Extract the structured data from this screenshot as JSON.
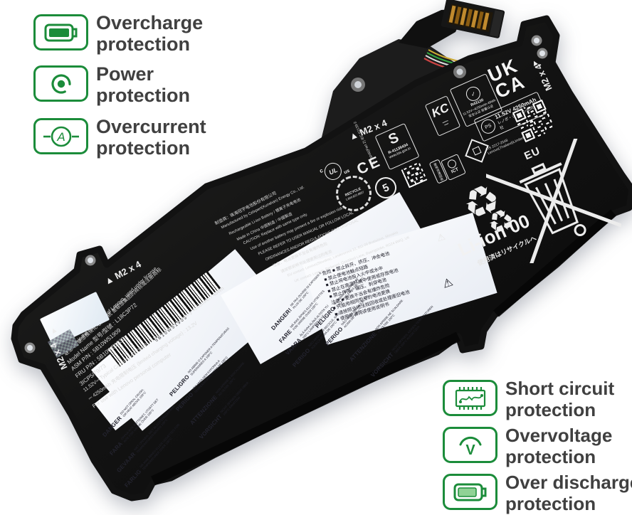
{
  "page": {
    "background": "#ffffff"
  },
  "accent_green": "#1b8c3a",
  "badges": {
    "left": [
      {
        "icon": "battery-full-icon",
        "line1": "Overcharge",
        "line2": "protection"
      },
      {
        "icon": "power-icon",
        "line1": "Power",
        "line2": "protection"
      },
      {
        "icon": "ammeter-icon",
        "line1": "Overcurrent",
        "line2": "protection"
      }
    ],
    "right": [
      {
        "icon": "short-circuit-chip-icon",
        "line1": "Short circuit",
        "line2": "protection"
      },
      {
        "icon": "overvoltage-icon",
        "line1": "Overvoltage",
        "line2": "protection"
      },
      {
        "icon": "battery-discharge-icon",
        "line1": "Over discharge",
        "line2": "protection"
      }
    ]
  },
  "battery": {
    "marks": {
      "m2x4_arrow": "▲",
      "m2x4": "M2 x 4",
      "ukca_line1": "UK",
      "ukca_line2": "CA",
      "ce": "CE",
      "ul_c": "c",
      "ul": "UL",
      "ul_us": "us",
      "epup": "5",
      "recycle_ring_line1": "RECYCLE",
      "recycle_ring_line2": "1.800.822.8837",
      "kc": "KC",
      "bis_s": "S",
      "bis_reg": "R-41139434",
      "bis_web": "www.bis.gov.in",
      "bis_std": "IS 16046(Part 2) IEC 62133-2",
      "cqc_reg": "R43130",
      "cqc_cap": "11.52V⎓4250mAh 49Wh",
      "cqc_cn": "安全认证 容量认证",
      "pse_cap": "11.52V  4250mAh",
      "pse_co": "レノボ・ジャパン合同会社",
      "tis": "TIS 2217-2548",
      "tis_co": "Lenovo(Thailand)Limited",
      "ict": "ICT",
      "cn_recycle": "废电池请回收",
      "eu": "EU",
      "li_ion": "Li-ion 00",
      "jp_recycle": "使用済はリサイクルへ",
      "warn_triangle": "⚠"
    },
    "print_lines": [
      "® is the trademarks of Lenovo, used under license.",
      "联想 和 联想模块化电池系统 是联想集团的商标或注册商标",
      "Model Name 型号/型號 : L18C3P72",
      "ASM P/N : 5B10W51909",
      "FRU P/N : 5B10W51930",
      "3ICP5/79/73",
      "11.52V⎓ Typical Capacity 4300mAh / 51Wh, Rated Capacity 4250mAh / 48Wh",
      "⎓ 4250mAh 充电限制电压 (limited charging voltage) : 13.2V",
      "For use with Lenovo personal computer"
    ],
    "info_lines": [
      "制造商：珠海冠宇电池股份有限公司",
      "Manufactured by Celxpert(Kunshan) Energy Co., Ltd.",
      "Rechargeable Li-ion Battery / 锂离子充电电池",
      "Made in China 中国制造 / 中國製造",
      "CAUTION: Replace with same type only.",
      "Use of another battery may present a fire or explosion risk.",
      "PLEASE REFER TO USER MANUAL OR FOLLOW LOCAL",
      "ORDINANCES AND/OR REGULATIONS FOR DISPOSAL",
      "注意：电池更换不当会有爆炸危险",
      "请按照说明书处理使用过的电池",
      "EU contact: Lenovo(Slovakia), Landererova 12, 811 09 Bratislava, Slovakia",
      "UK contact: Lenovo, Redwood, Crockford Lane, Basingstoke, RG24 8WQ, UK"
    ],
    "label": {
      "barcode_text": "5B10W51909",
      "warnings": [
        {
          "word": "DANGER",
          "line1": "DO NOT OPEN, CRUSH,",
          "line2": "OR HEAT ABOVE 100°C"
        },
        {
          "word": "FARA",
          "line1": "ÖPPNA INTE BATTERIET, UTSÄTT DET",
          "line2": "INTE FÖR VÄRME ÖVER 100°C"
        },
        {
          "word": "GEVAAR",
          "line1": "NIET OPENEN, NIET BLOOTSTELLEN AAN",
          "line2": "TEMPERATUREN BOVEN 100°C"
        },
        {
          "word": "FARLIG",
          "line1": "MÅ IKKE ÅBNES ELLER UDSÆTTES FOR",
          "line2": "TEMPERATURER OVER 100°C"
        },
        {
          "word": "PELIGRO",
          "line1": "NO ABRIR O EXPONER A TEMPERATURAS",
          "line2": "SUPERIORES A 100°C"
        },
        {
          "word": "PERIGO",
          "line1": "NÃO ABRA NEM EXPONHA A",
          "line2": "TEMPERATURAS ACIMA DE 100°C"
        },
        {
          "word": "ATTENZIONE",
          "line1": "NON APRIRE O RISCALDARE",
          "line2": "AD OLTRE 100°C"
        },
        {
          "word": "VORSICHT",
          "line1": "NICHT ÖFFNEN ODER ÜBER",
          "line2": "100°C ERHITZEN"
        },
        {
          "word": "DANGER!",
          "line1": "NE PAS OUVRIR NI EXPOSER À",
          "line2": "PLUS DE 100°C"
        },
        {
          "word": "FARE",
          "line1": "MÅ IKKE ÅPNES ELLER UTSETTES",
          "line2": "FOR VARME OVER 100°C"
        },
        {
          "word": "VAARA",
          "line1": "ÄLÄ AVAA ÄLÄKÄ ALTISTA YLI",
          "line2": "100°C LÄMPÖTILALLE"
        },
        {
          "word": "PERIGO",
          "line1": "NÃO ABRA NEM RECICLE, NÃO",
          "line2": "AQUEÇA ACIMA DE 100°C"
        },
        {
          "word": "PELIGRO",
          "line1": "NO ABRIR, APLASTAR NI",
          "line2": "CALENTAR A MÁS DE 100°C"
        },
        {
          "word": "PERIGO",
          "line1": "NÃO ABRIR NEM AQUECER",
          "line2": "ACIMA DE 100°C"
        },
        {
          "word": "ATTENZIONE",
          "line1": "NON APRIRE NÉ SCALDARE",
          "line2": "AD OLTRE 100°C"
        },
        {
          "word": "VORSICHT",
          "line1": "NICHT ÖFFNEN, KEINEN TEMPERATUREN",
          "line2": "ÜBER 100°C AUSSETZEN"
        }
      ],
      "cn_lines": [
        "危险 ■ 禁止拆开、挤压、冲击电池",
        "■ 禁止使电池触点短路",
        "■ 禁止将电池投入火中或水中",
        "■ 禁止在高温环境中使用或存放电池",
        "■ 禁止摔落、碾压、刺穿电池",
        "注意 ■ 更换不当会有爆炸危险",
        "■ 只能用相同型号的电池更换",
        "■ 请按照当地法规回收或处理废旧电池",
        "■ 使用前请阅读使用说明书"
      ]
    }
  }
}
